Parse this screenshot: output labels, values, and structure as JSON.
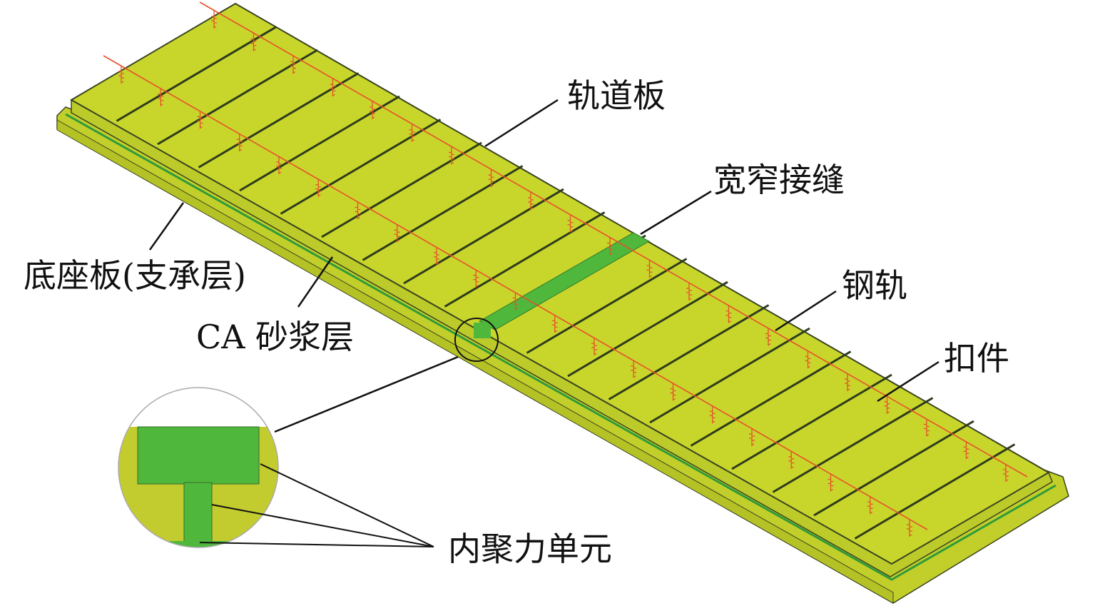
{
  "labels": {
    "track_slab": "轨道板",
    "wide_narrow_joint": "宽窄接缝",
    "rail": "钢轨",
    "fastener": "扣件",
    "base_plate": "底座板(支承层)",
    "ca_mortar": "CA 砂浆层",
    "cohesive_element": "内聚力单元"
  },
  "colors": {
    "slab": "#c8d62c",
    "slab_side": "#b9c52a",
    "joint_green": "#4fb83c",
    "rail_red": "#e8502a",
    "line": "#2e3b1c"
  }
}
